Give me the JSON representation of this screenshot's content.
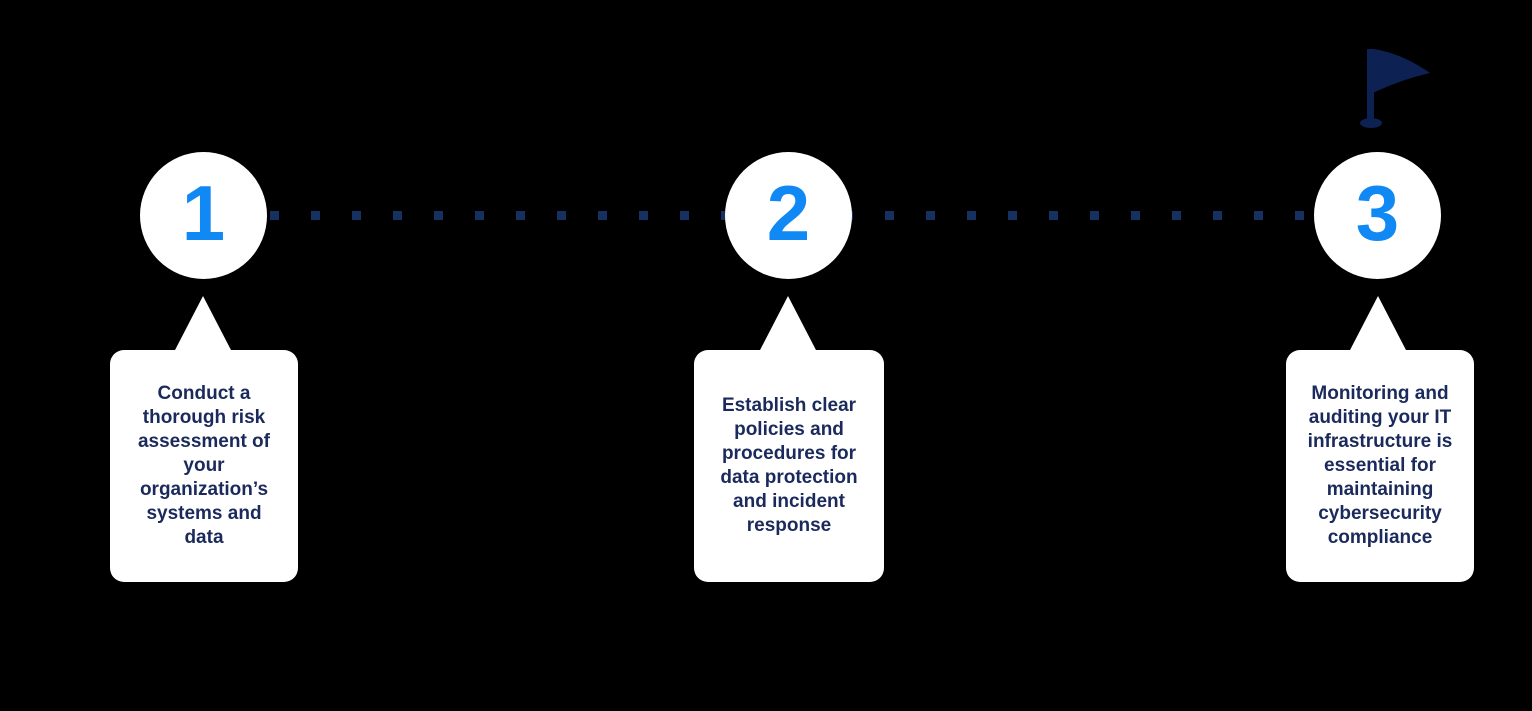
{
  "diagram": {
    "type": "process-timeline",
    "background_color": "#000000",
    "connector_style": "dotted",
    "steps": [
      {
        "number": "1",
        "description": "Conduct a thorough risk assessment of your organization’s systems and data"
      },
      {
        "number": "2",
        "description": "Establish clear policies and procedures for data protection and incident response"
      },
      {
        "number": "3",
        "description": "Monitoring and auditing your IT infrastructure is essential for maintaining cybersecurity compliance",
        "milestone_icon": "finish-flag"
      }
    ],
    "colors": {
      "card_background": "#ffffff",
      "number_blue": "#1089f5",
      "text_navy": "#1b2a5c",
      "dot_navy": "#16305f",
      "flag_navy": "#0d2152"
    }
  }
}
